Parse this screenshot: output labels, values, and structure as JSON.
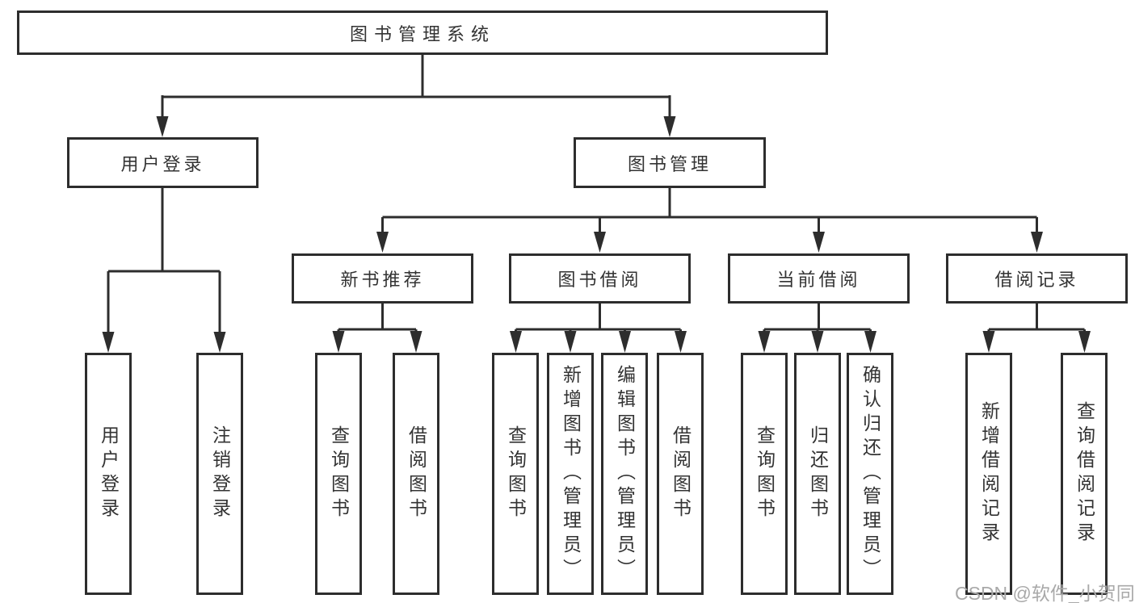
{
  "nodes": {
    "root": "图书管理系统",
    "level2": {
      "user_login": "用户登录",
      "book_management": "图书管理"
    },
    "level3": {
      "recommend": "新书推荐",
      "borrow": "图书借阅",
      "current": "当前借阅",
      "record": "借阅记录"
    },
    "leaves": {
      "user_login": [
        "用户登录",
        "注销登录"
      ],
      "recommend": [
        "查询图书",
        "借阅图书"
      ],
      "borrow": [
        "查询图书",
        "新增图书（管理员）",
        "编辑图书（管理员）",
        "借阅图书"
      ],
      "current": [
        "查询图书",
        "归还图书",
        "确认归还（管理员）"
      ],
      "record": [
        "新增借阅记录",
        "查询借阅记录"
      ]
    }
  },
  "colors": {
    "line": "#2d2d2d",
    "text": "#333333",
    "watermark": "#a9a9a9",
    "background": "#ffffff"
  },
  "watermark": "CSDN @软件_小贺同学"
}
